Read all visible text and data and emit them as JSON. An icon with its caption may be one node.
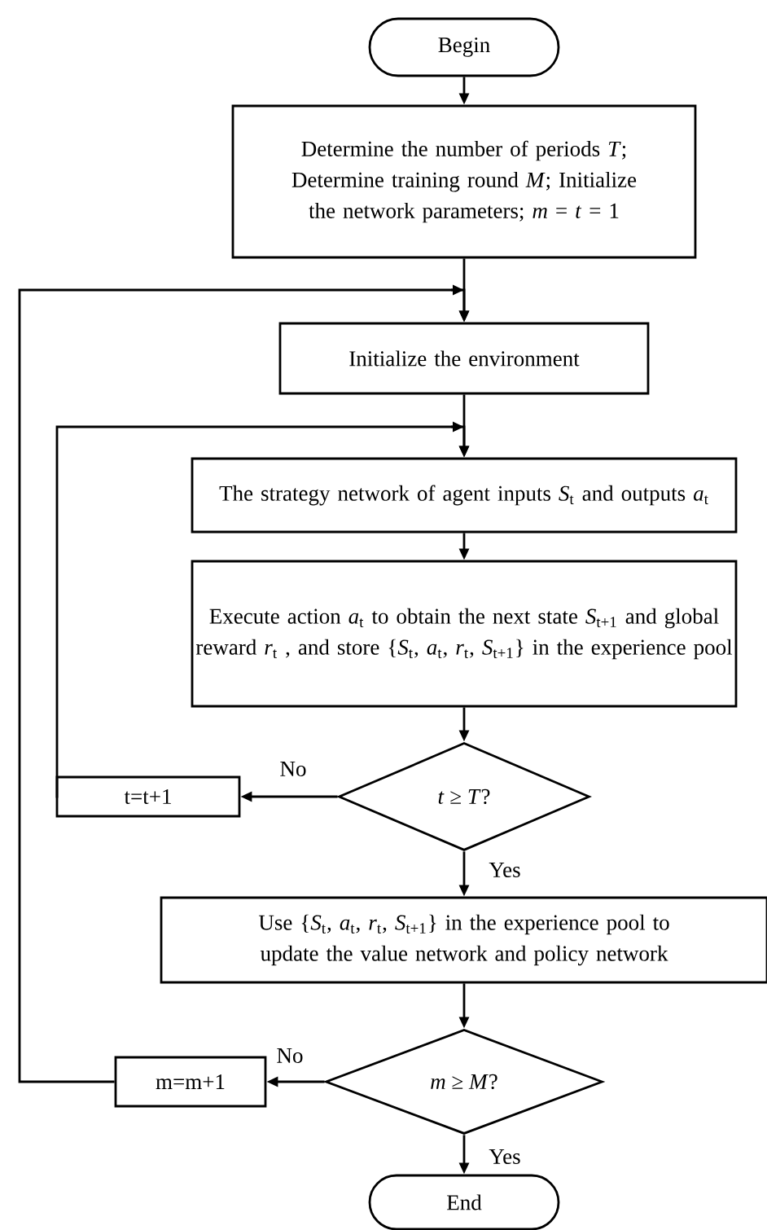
{
  "diagram": {
    "nodes": [
      {
        "text": [
          "Begin"
        ]
      },
      {
        "text": [
          "Determine the number of periods *T*; Determine training round *M*; Initialize the network parameters; *m* = *t* = 1"
        ]
      },
      {
        "text": [
          "Initialize the environment"
        ]
      },
      {
        "text": [
          "The strategy network of agent inputs *S*$_{t}$ and outputs *a*$_{t}$"
        ]
      },
      {
        "text": [
          "Execute action *a*$_{t}$ to obtain the next state *S*$_{t+1}$ and global reward *r*$_{t}$ , and store {*S*$_{t}$, *a*$_{t}$, *r*$_{t}$, *S*$_{t+1}$} in the experience pool"
        ]
      },
      {
        "text": [
          "*t* ≥ *T*?"
        ]
      },
      {
        "text": [
          "t=t+1"
        ]
      },
      {
        "text": [
          "Use {*S*$_{t}$, *a*$_{t}$, *r*$_{t}$, *S*$_{t+1}$} in the experience pool to update the value network and policy network"
        ]
      },
      {
        "text": [
          "*m* ≥ *M*?"
        ]
      },
      {
        "text": [
          "m=m+1"
        ]
      },
      {
        "text": [
          "End"
        ]
      }
    ],
    "edges": [
      {
        "from": 0,
        "to": 1,
        "arrow": "to"
      },
      {
        "from": 1,
        "to": 2,
        "arrow": "to"
      },
      {
        "from": 2,
        "to": 3,
        "arrow": "to"
      },
      {
        "from": 3,
        "to": 4,
        "arrow": "to"
      },
      {
        "from": 4,
        "to": 5,
        "arrow": "to"
      },
      {
        "from": 5,
        "to": 6,
        "arrow": "to",
        "label": "No"
      },
      {
        "from": 6,
        "to": 3,
        "arrow": "to"
      },
      {
        "from": 5,
        "to": 7,
        "arrow": "to",
        "label": "Yes"
      },
      {
        "from": 7,
        "to": 8,
        "arrow": "to"
      },
      {
        "from": 8,
        "to": 9,
        "arrow": "to",
        "label": "No"
      },
      {
        "from": 9,
        "to": 2,
        "arrow": "to"
      },
      {
        "from": 8,
        "to": 10,
        "arrow": "to",
        "label": "Yes"
      }
    ]
  }
}
